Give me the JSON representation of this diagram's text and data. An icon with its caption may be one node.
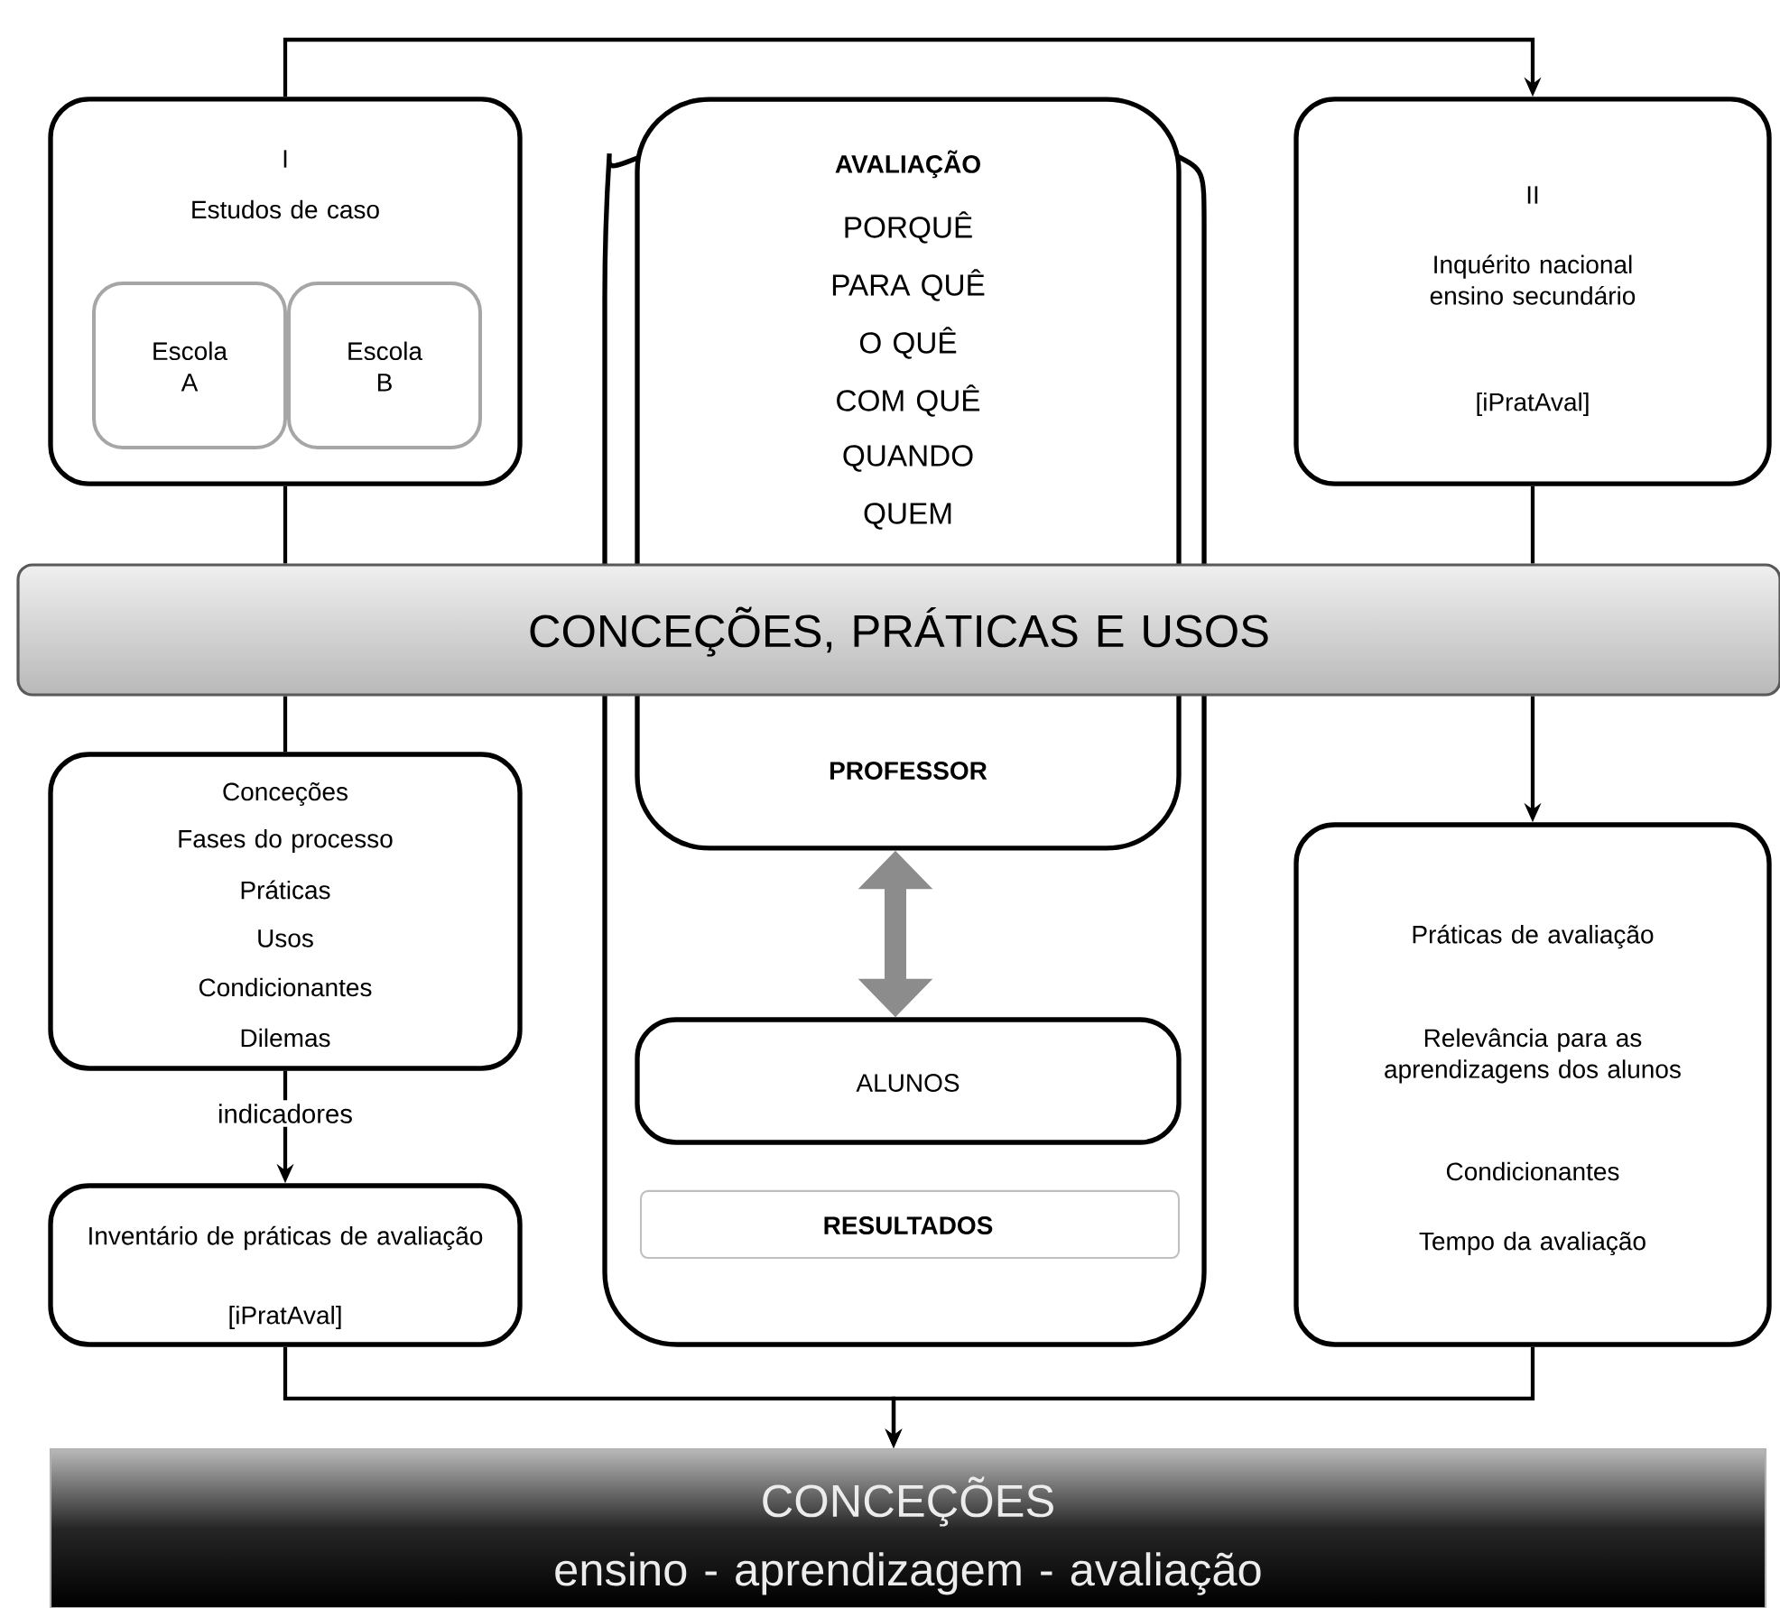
{
  "diagram": {
    "nodes": [
      {
        "text": [
          "I",
          "Estudos de caso"
        ]
      },
      {
        "text": [
          "Escola A"
        ],
        "in": 0
      },
      {
        "text": [
          "Escola B"
        ],
        "in": 0
      },
      {
        "text": [],
        "shape": "box"
      },
      {
        "text": [
          "AVALIAÇÃO",
          "PORQUÊ",
          "PARA QUÊ",
          "O QUÊ",
          "COM QUÊ",
          "QUANDO",
          "QUEM",
          "PROFESSOR"
        ]
      },
      {
        "text": [
          "CONCEÇÕES,  PRÁTICAS  E  USOS"
        ]
      },
      {
        "text": [
          "Conceções",
          "Fases do processo",
          "Práticas",
          "Usos",
          "Condicionantes",
          "Dilemas"
        ]
      },
      {
        "text": [
          "Inventário de práticas de avaliação",
          "[iPratAval]"
        ]
      },
      {
        "text": [
          "ALUNOS"
        ],
        "in": 3
      },
      {
        "text": [
          "RESULTADOS"
        ],
        "in": 3
      },
      {
        "text": [
          "II",
          "Inquérito nacional ensino secundário",
          "[iPratAval]"
        ]
      },
      {
        "text": [
          "Práticas de avaliação",
          "Relevância para as aprendizagens dos alunos",
          "Condicionantes",
          "Tempo da avaliação"
        ]
      },
      {
        "text": [
          "CONCEÇÕES",
          "ensino - aprendizagem - avaliação"
        ]
      }
    ],
    "edges": [
      {
        "from": 0,
        "to": 10,
        "arrow": "to"
      },
      {
        "from": 0,
        "to": 5,
        "arrow": "none"
      },
      {
        "from": 5,
        "to": 6,
        "arrow": "none"
      },
      {
        "from": 6,
        "to": 7,
        "arrow": "to",
        "label": "indicadores"
      },
      {
        "from": 10,
        "to": 5,
        "arrow": "none"
      },
      {
        "from": 5,
        "to": 11,
        "arrow": "to"
      },
      {
        "from": 4,
        "to": 8,
        "arrow": "both",
        "style": "thick",
        "color": "#8c8c8c"
      },
      {
        "from": 7,
        "to": 12,
        "arrow": "to"
      },
      {
        "from": 11,
        "to": 12,
        "arrow": "to"
      }
    ]
  }
}
